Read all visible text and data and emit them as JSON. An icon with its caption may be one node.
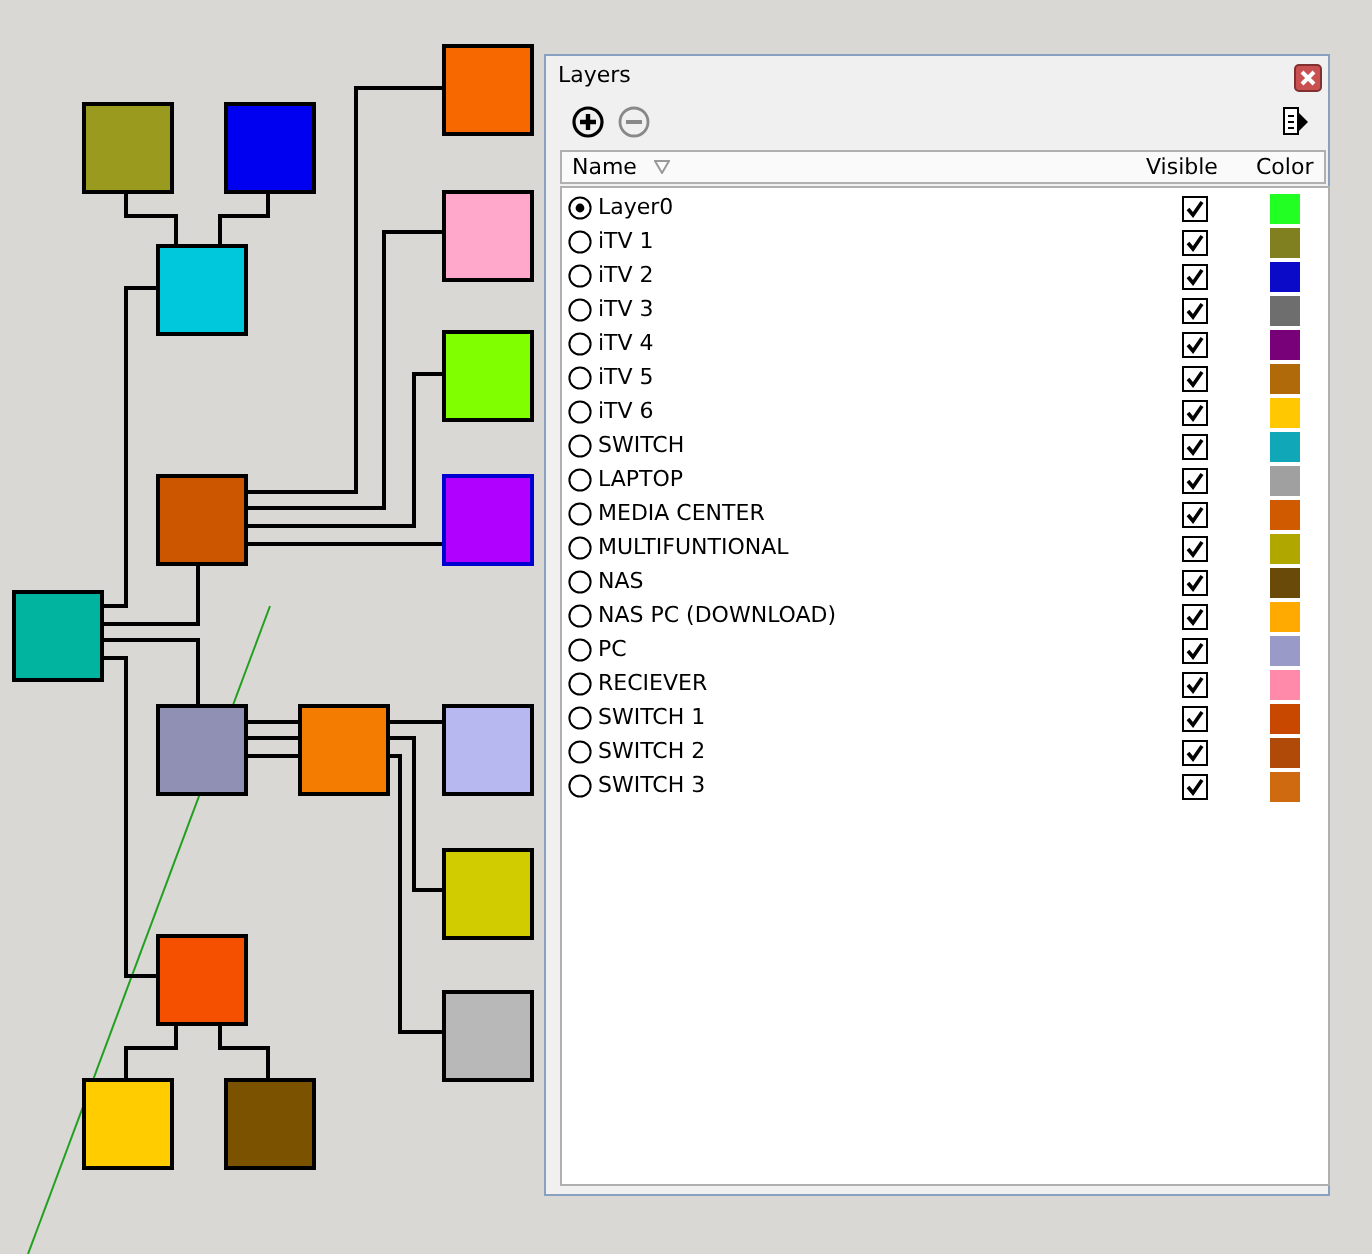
{
  "diagram": {
    "nodes": [
      {
        "text": [],
        "shape": "box"
      },
      {
        "text": [],
        "shape": "box"
      },
      {
        "text": [],
        "shape": "box"
      },
      {
        "text": [],
        "shape": "box"
      },
      {
        "text": [],
        "shape": "box"
      },
      {
        "text": [],
        "shape": "box"
      },
      {
        "text": [],
        "shape": "box"
      },
      {
        "text": [],
        "shape": "box"
      },
      {
        "text": [],
        "shape": "box"
      },
      {
        "text": [],
        "shape": "box"
      },
      {
        "text": [],
        "shape": "box"
      },
      {
        "text": [],
        "shape": "box"
      },
      {
        "text": [],
        "shape": "box"
      },
      {
        "text": [],
        "shape": "box"
      },
      {
        "text": [],
        "shape": "box"
      },
      {
        "text": [],
        "shape": "box"
      },
      {
        "text": [],
        "shape": "box"
      }
    ],
    "edges": [
      {
        "from": 0,
        "to": 2,
        "arrow": "none"
      },
      {
        "from": 1,
        "to": 2,
        "arrow": "none"
      },
      {
        "from": 2,
        "to": 3,
        "arrow": "none"
      },
      {
        "from": 4,
        "to": 3,
        "arrow": "none"
      },
      {
        "from": 4,
        "to": 5,
        "arrow": "none"
      },
      {
        "from": 4,
        "to": 6,
        "arrow": "none"
      },
      {
        "from": 4,
        "to": 7,
        "arrow": "none"
      },
      {
        "from": 4,
        "to": 8,
        "arrow": "none"
      },
      {
        "from": 3,
        "to": 9,
        "arrow": "none"
      },
      {
        "from": 3,
        "to": 14,
        "arrow": "none"
      },
      {
        "from": 9,
        "to": 10,
        "arrow": "none"
      },
      {
        "from": 9,
        "to": 10,
        "arrow": "none"
      },
      {
        "from": 9,
        "to": 10,
        "arrow": "none"
      },
      {
        "from": 10,
        "to": 11,
        "arrow": "none"
      },
      {
        "from": 10,
        "to": 12,
        "arrow": "none"
      },
      {
        "from": 10,
        "to": 13,
        "arrow": "none"
      },
      {
        "from": 14,
        "to": 15,
        "arrow": "none"
      },
      {
        "from": 14,
        "to": 16,
        "arrow": "none"
      }
    ],
    "labels": [
      "Layers",
      "Name",
      "Visible",
      "Color"
    ],
    "legend": [
      {
        "text": "Layer0",
        "color": "#22ff22"
      },
      {
        "text": "iTV 1",
        "color": "#808020"
      },
      {
        "text": "iTV 2",
        "color": "#0a0ac8"
      },
      {
        "text": "iTV 3",
        "color": "#6e6e6e"
      },
      {
        "text": "iTV 4",
        "color": "#780078"
      },
      {
        "text": "iTV 5",
        "color": "#b06a0a"
      },
      {
        "text": "iTV 6",
        "color": "#ffc800"
      },
      {
        "text": "SWITCH",
        "color": "#10a8b8"
      },
      {
        "text": "LAPTOP",
        "color": "#a0a0a0"
      },
      {
        "text": "MEDIA CENTER",
        "color": "#d05a00"
      },
      {
        "text": "MULTIFUNTIONAL",
        "color": "#b0a800"
      },
      {
        "text": "NAS",
        "color": "#6a4a08"
      },
      {
        "text": "NAS PC (DOWNLOAD)",
        "color": "#ffaa00"
      },
      {
        "text": "PC",
        "color": "#9a9ac8"
      },
      {
        "text": "RECIEVER",
        "color": "#ff8aaa"
      },
      {
        "text": "SWITCH 1",
        "color": "#c84800"
      },
      {
        "text": "SWITCH 2",
        "color": "#b04a08"
      },
      {
        "text": "SWITCH 3",
        "color": "#d06a10"
      }
    ]
  }
}
